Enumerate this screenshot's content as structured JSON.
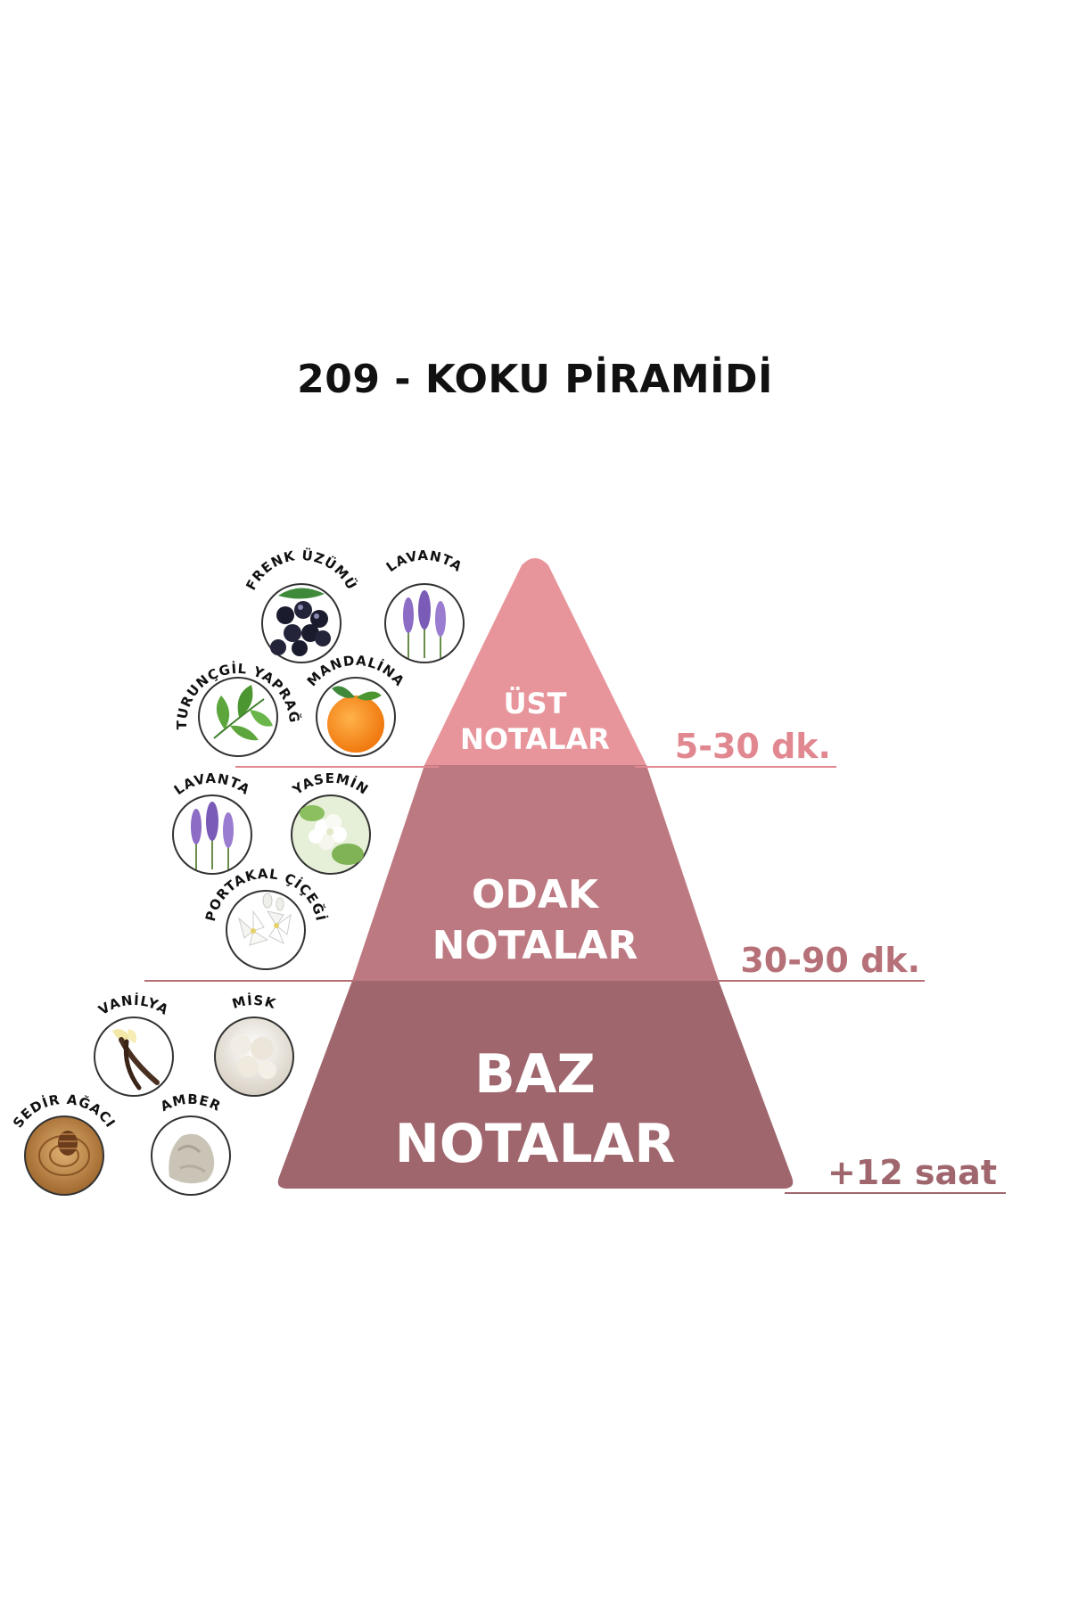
{
  "title": "209 - KOKU PİRAMİDİ",
  "colors": {
    "top_tier": "#e8949b",
    "middle_tier": "#bd7981",
    "base_tier": "#9f666d",
    "top_duration": "#e1878f",
    "middle_duration": "#b67178",
    "base_duration": "#9f666d"
  },
  "tiers": [
    {
      "label_lines": [
        "ÜST",
        "NOTALAR"
      ],
      "duration": "5-30 dk."
    },
    {
      "label_lines": [
        "ODAK",
        "NOTALAR"
      ],
      "duration": "30-90 dk."
    },
    {
      "label_lines": [
        "BAZ",
        "NOTALAR"
      ],
      "duration": "+12 saat"
    }
  ],
  "notes": {
    "top": [
      {
        "label": "FRENK ÜZÜMÜ",
        "icon": "blackcurrant-icon"
      },
      {
        "label": "LAVANTA",
        "icon": "lavender-icon"
      },
      {
        "label": "TURUNÇGİL YAPRAĞI",
        "icon": "citrus-leaf-icon"
      },
      {
        "label": "MANDALİNA",
        "icon": "mandarin-icon"
      }
    ],
    "middle": [
      {
        "label": "LAVANTA",
        "icon": "lavender-icon"
      },
      {
        "label": "YASEMİN",
        "icon": "jasmine-icon"
      },
      {
        "label": "PORTAKAL ÇİÇEĞİ",
        "icon": "orange-blossom-icon"
      }
    ],
    "base": [
      {
        "label": "VANİLYA",
        "icon": "vanilla-icon"
      },
      {
        "label": "MİSK",
        "icon": "musk-icon"
      },
      {
        "label": "SEDİR AĞACI",
        "icon": "cedarwood-icon"
      },
      {
        "label": "AMBER",
        "icon": "amber-icon"
      }
    ]
  }
}
